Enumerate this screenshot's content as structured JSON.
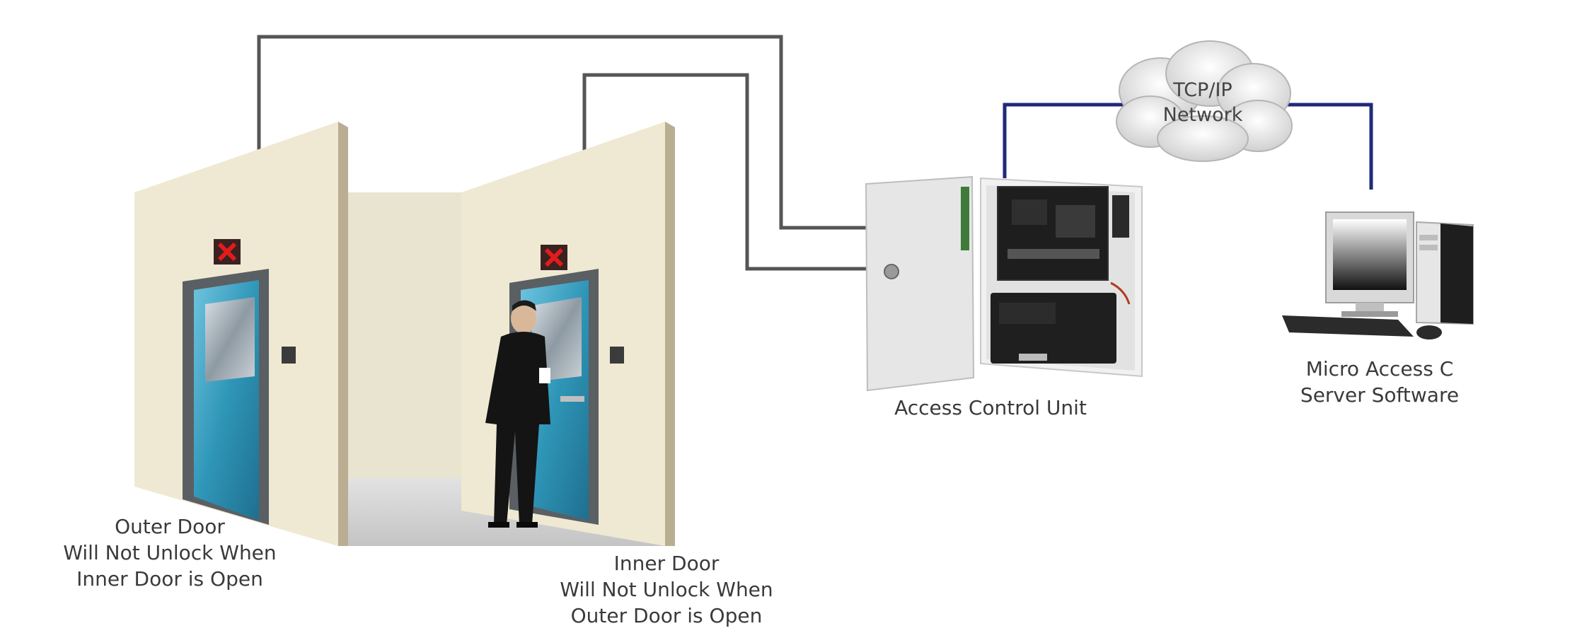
{
  "labels": {
    "cloud": [
      "TCP/IP",
      "Network"
    ],
    "access_control_unit": "Access Control Unit",
    "server": [
      "Micro Access C",
      "Server Software"
    ],
    "outer_door": [
      "Outer Door",
      "Will Not Unlock When",
      "Inner Door is Open"
    ],
    "inner_door": [
      "Inner Door",
      "Will Not Unlock When",
      "Outer Door is Open"
    ]
  },
  "icons": {
    "status_indicator": "red-x-icon",
    "cloud": "cloud-icon",
    "computer": "desktop-computer-icon",
    "controller": "access-control-cabinet-icon",
    "person": "person-icon"
  },
  "colors": {
    "door_cable": "#555555",
    "network_cable": "#1f2a7a",
    "door_panel": "#2f96b8",
    "wall": "#efe9d3",
    "status_x": "#e21b1b"
  }
}
